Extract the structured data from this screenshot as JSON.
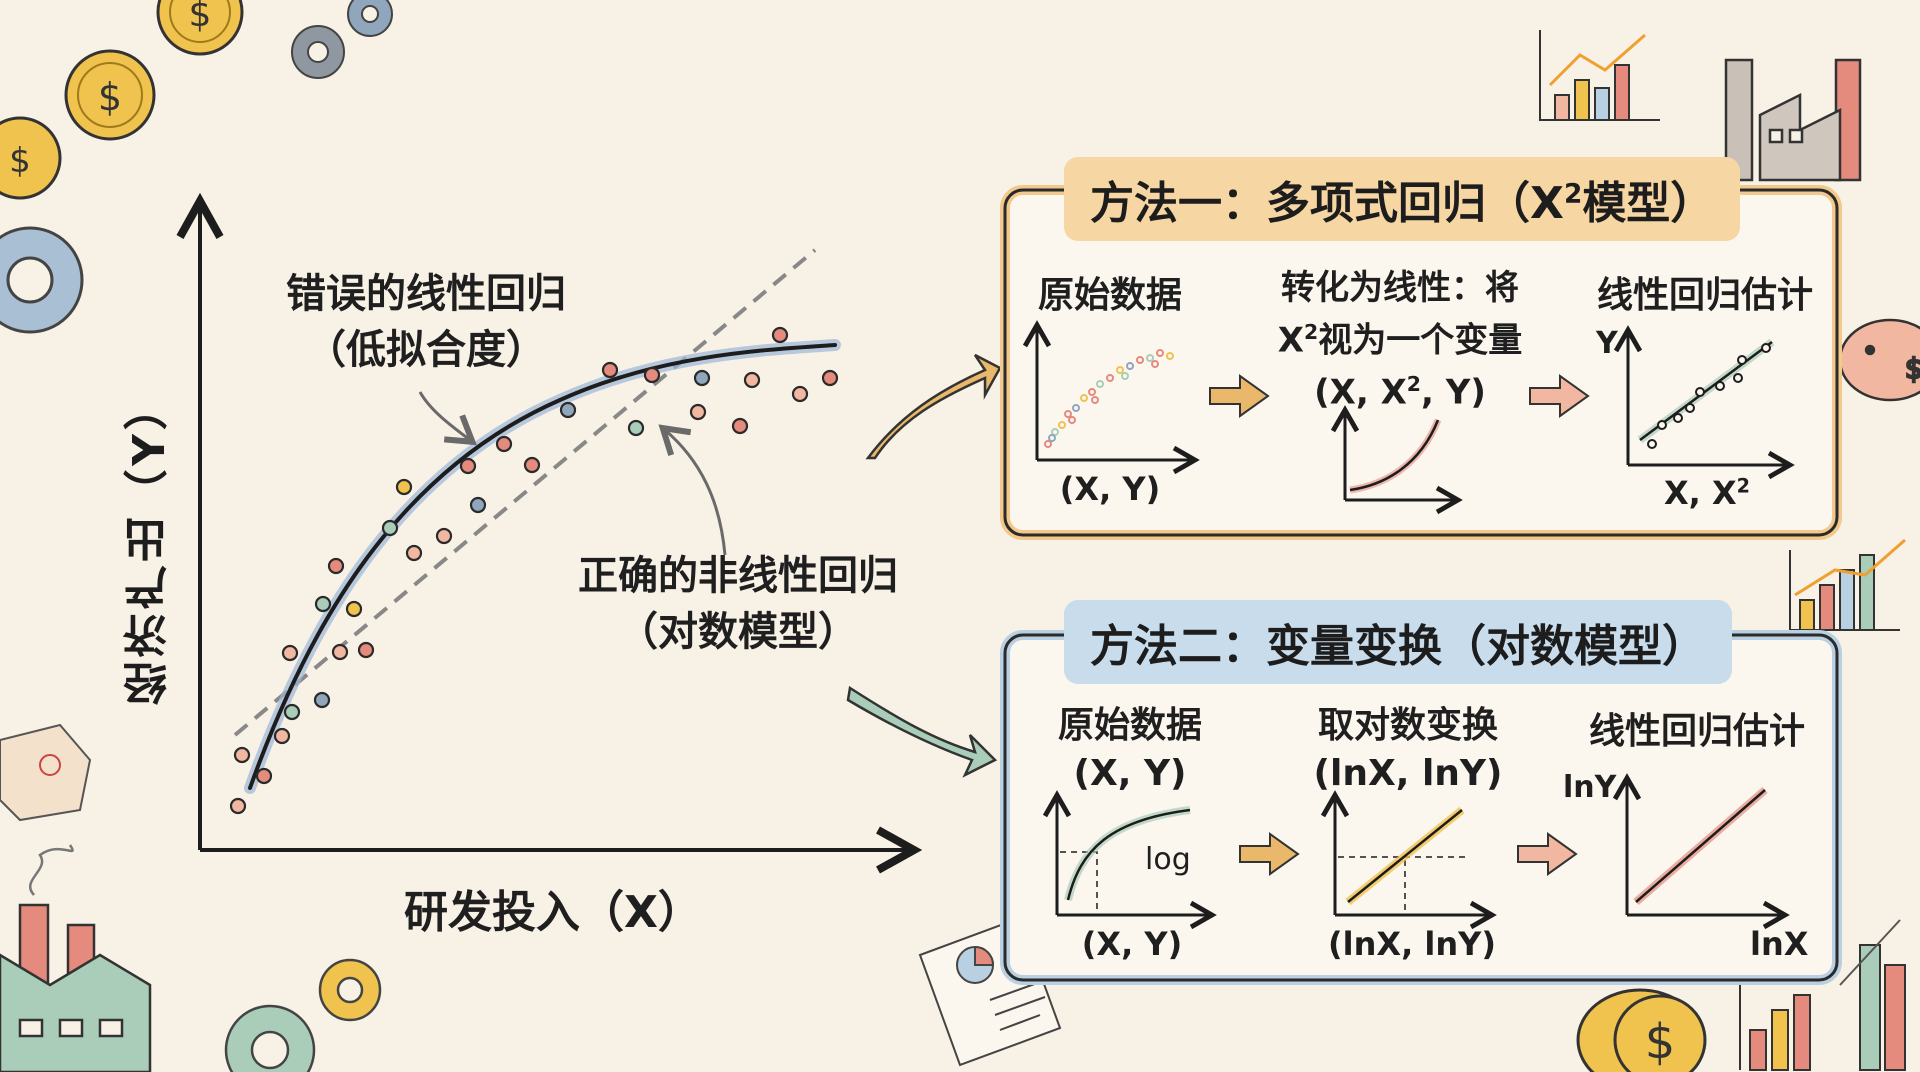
{
  "main_chart": {
    "y_axis_label": "经济产出（Y）",
    "x_axis_label": "研发投入（X）",
    "wrong_label_line1": "错误的线性回归",
    "wrong_label_line2": "（低拟合度）",
    "right_label_line1": "正确的非线性回归",
    "right_label_line2": "（对数模型）"
  },
  "method1": {
    "title_pre": "方法一：多项式回归（X",
    "title_sup": "2",
    "title_post": "模型）",
    "step1_title": "原始数据",
    "step1_axis": "(X, Y)",
    "step2_title_line1": "转化为线性：将",
    "step2_title_line2_pre": "X",
    "step2_title_line2_sup": "2",
    "step2_title_line2_post": "视为一个变量",
    "step2_title_line3_pre": "(X, X",
    "step2_title_line3_sup": "2",
    "step2_title_line3_post": ", Y)",
    "step3_title": "线性回归估计",
    "step3_y": "Y",
    "step3_x_pre": "X, X",
    "step3_x_sup": "2",
    "colors": {
      "border": "#f2c98a",
      "title_bg": "#f6d6a3"
    }
  },
  "method2": {
    "title": "方法二：变量变换（对数模型）",
    "step1_title": "原始数据",
    "step1_sub": "(X, Y)",
    "step1_note": "log",
    "step1_axis": "(X, Y)",
    "step2_title": "取对数变换",
    "step2_sub": "(lnX, lnY)",
    "step2_axis": "(lnX, lnY)",
    "step3_title": "线性回归估计",
    "step3_y": "lnY",
    "step3_x": "lnX",
    "colors": {
      "border": "#b9cfe2",
      "title_bg": "#c8dcec"
    }
  }
}
